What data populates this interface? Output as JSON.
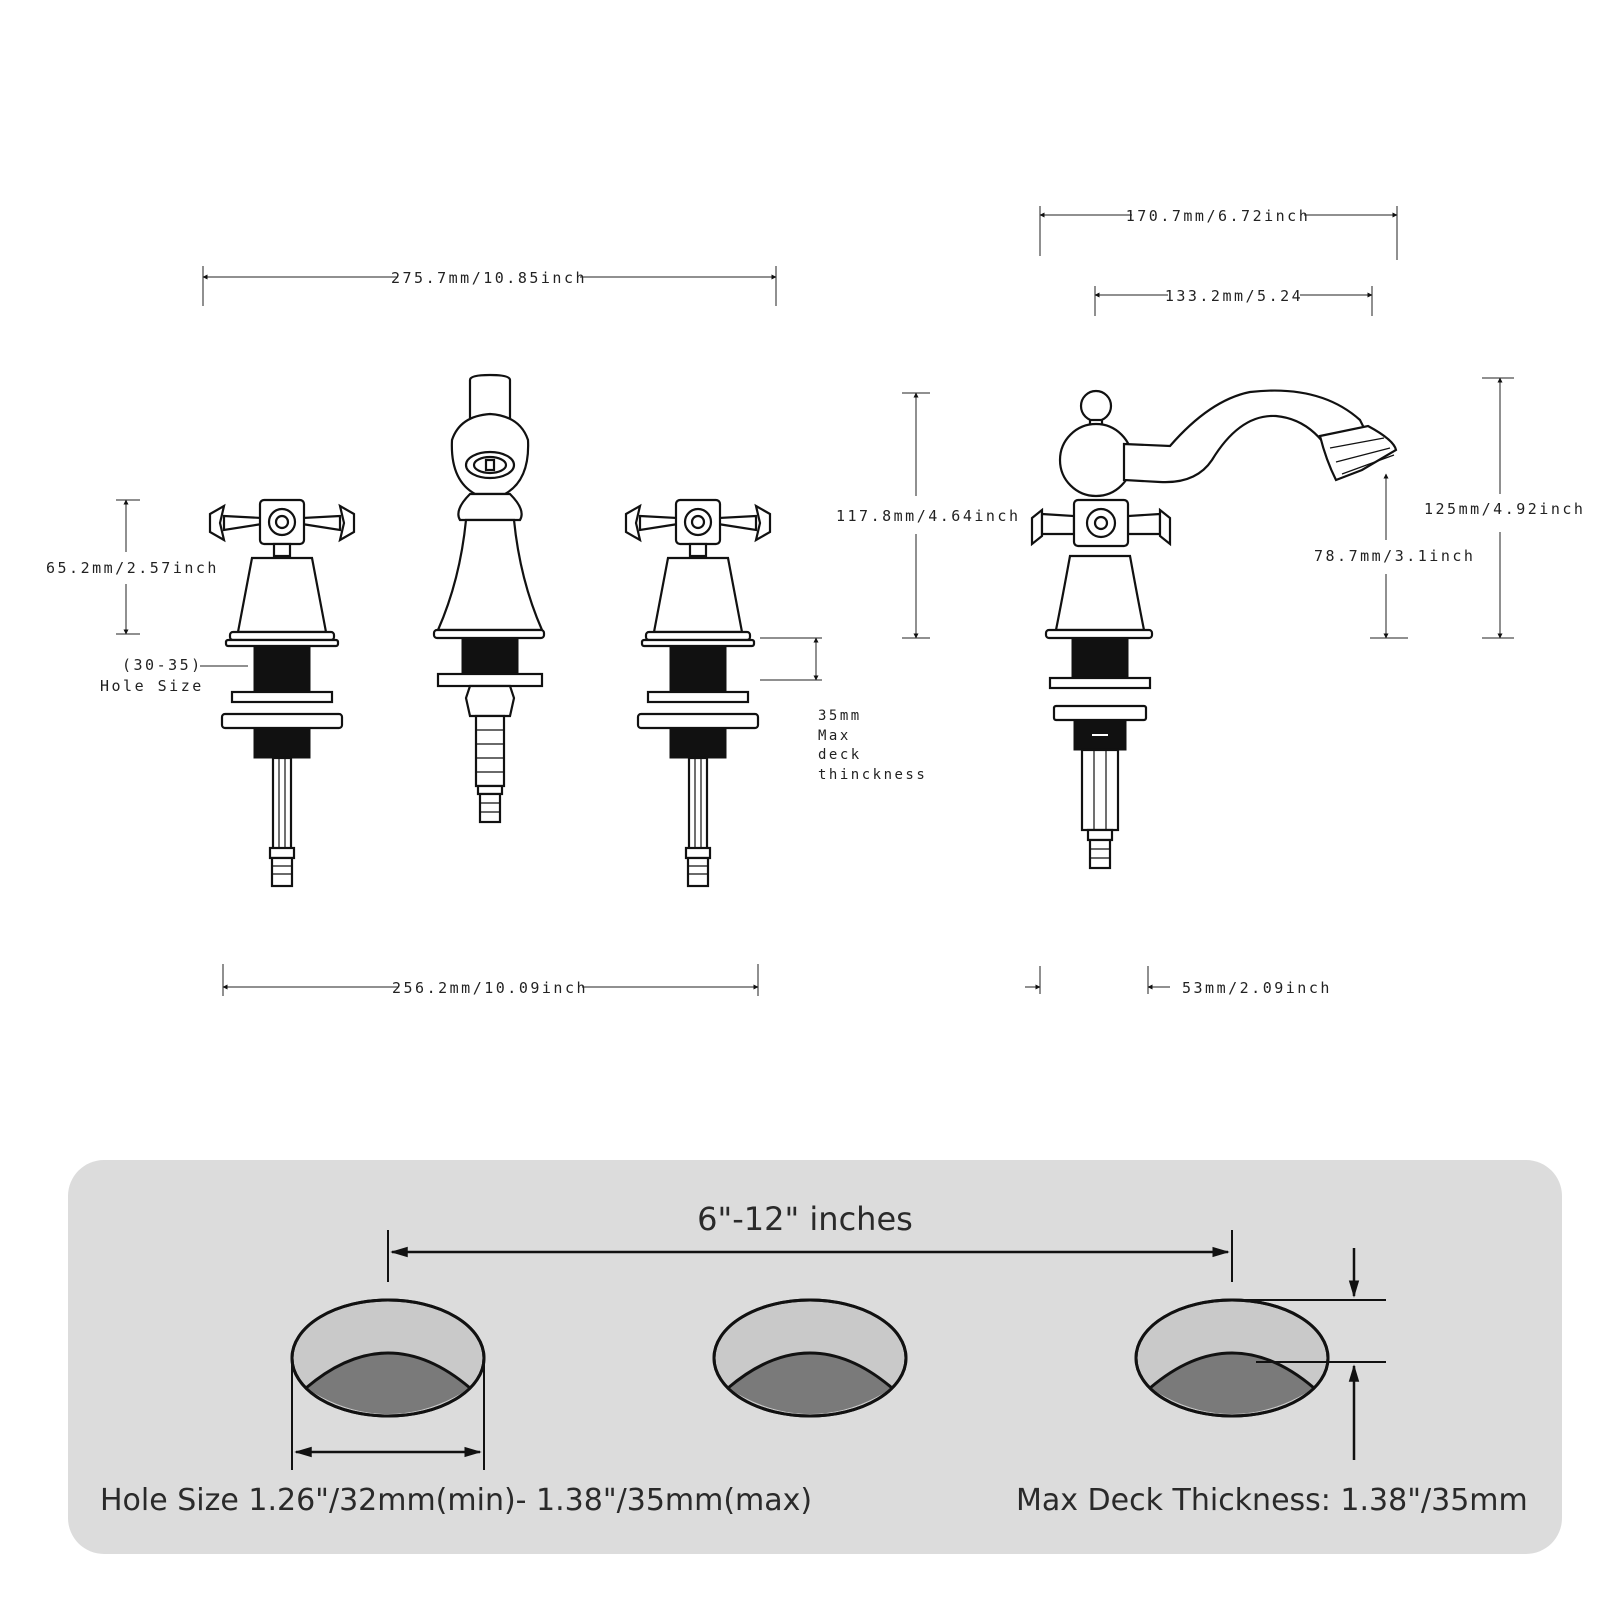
{
  "front_view": {
    "width_top": "275.7mm/10.85inch",
    "width_bottom": "256.2mm/10.09inch",
    "handle_height": "65.2mm/2.57inch",
    "spout_height": "117.8mm/4.64inch",
    "hole_size_range": "(30-35)",
    "hole_size_word": "Hole Size",
    "deck_line_1": "35mm",
    "deck_line_2": "Max",
    "deck_line_3": "deck",
    "deck_line_4": "thinckness"
  },
  "side_view": {
    "reach_total": "170.7mm/6.72inch",
    "reach_spout": "133.2mm/5.24",
    "total_height": "125mm/4.92inch",
    "outlet_height": "78.7mm/3.1inch",
    "base_width": "53mm/2.09inch"
  },
  "installation_panel": {
    "spacing": "6\"-12\" inches",
    "hole_size": "Hole Size 1.26\"/32mm(min)- 1.38\"/35mm(max)",
    "deck_thickness": "Max Deck Thickness: 1.38\"/35mm",
    "colors": {
      "panel": "#dcdcdc",
      "hole_inner": "#7a7a7a",
      "hole_rim": "#c9c9c9"
    }
  }
}
